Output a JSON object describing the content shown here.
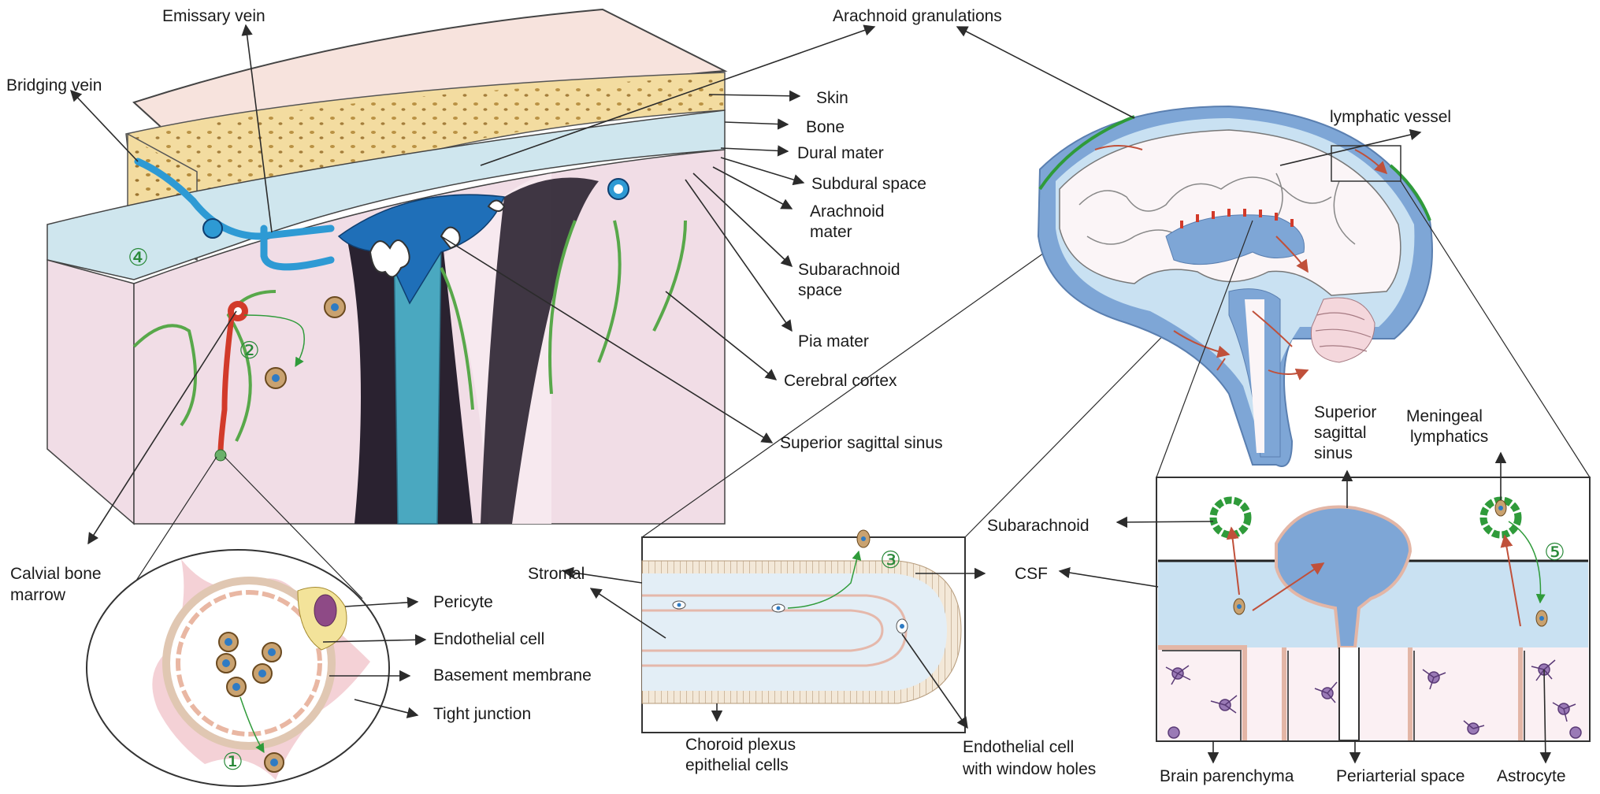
{
  "labels": {
    "emissary_vein": "Emissary vein",
    "bridging_vein": "Bridging vein",
    "arachnoid_granulations": "Arachnoid granulations",
    "skin": "Skin",
    "bone": "Bone",
    "dural_mater": "Dural mater",
    "subdural_space": "Subdural space",
    "arachnoid_mater_1": "Arachnoid",
    "arachnoid_mater_2": "mater",
    "subarachnoid_space_1": "Subarachnoid",
    "subarachnoid_space_2": "space",
    "pia_mater": "Pia mater",
    "cerebral_cortex": "Cerebral cortex",
    "superior_sagittal_sinus": "Superior sagittal sinus",
    "lymphatic_vessel": "lymphatic vessel",
    "calvial_bone_marrow_1": "Calvial bone",
    "calvial_bone_marrow_2": "marrow",
    "pericyte": "Pericyte",
    "endothelial_cell": "Endothelial cell",
    "basement_membrane": "Basement membrane",
    "tight_junction": "Tight junction",
    "stromal": "Stromal",
    "csf": "CSF",
    "choroid_plexus_1": "Choroid plexus",
    "choroid_plexus_2": "epithelial cells",
    "endothelial_window_1": "Endothelial cell",
    "endothelial_window_2": "with window holes",
    "sss_inset_1": "Superior",
    "sss_inset_2": "sagittal",
    "sss_inset_3": "sinus",
    "meningeal_lymphatics_1": "Meningeal",
    "meningeal_lymphatics_2": "lymphatics",
    "subarachnoid": "Subarachnoid",
    "brain_parenchyma": "Brain parenchyma",
    "periarterial_space": "Periarterial space",
    "astrocyte": "Astrocyte"
  },
  "markers": {
    "m1": "①",
    "m2": "②",
    "m3": "③",
    "m4": "④",
    "m5": "⑤"
  },
  "colors": {
    "dura_blue": "#7ea6d6",
    "csf_light": "#c9e1f2",
    "sinus_blue": "#1f6fb8",
    "vein_blue": "#2e9ad4",
    "bone_yellow": "#f3dca0",
    "skin_pink": "#f7e3dd",
    "cortex_pink": "#f1dde6",
    "sulcus_dark": "#2a2230",
    "lymph_green": "#2f9b3a",
    "artery_red": "#d23a2a",
    "cell_tan": "#c9a270"
  }
}
